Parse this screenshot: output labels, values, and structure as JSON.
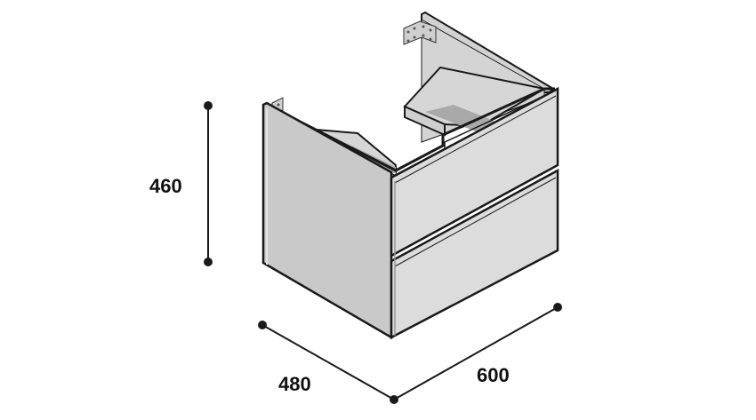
{
  "diagram": {
    "subject": "Wall-hung vanity cabinet with two drawers",
    "dimensions": {
      "height": {
        "label": "460"
      },
      "depth": {
        "label": "480"
      },
      "width": {
        "label": "600"
      }
    },
    "colors": {
      "outline": "#1a1a1a",
      "side_panel": "#c9c9c9",
      "front_panel": "#dcdcdc",
      "inner_shadow": "#a9a9a9",
      "back_panel": "#d2d2d2",
      "dimension_line": "#1a1a1a"
    }
  }
}
